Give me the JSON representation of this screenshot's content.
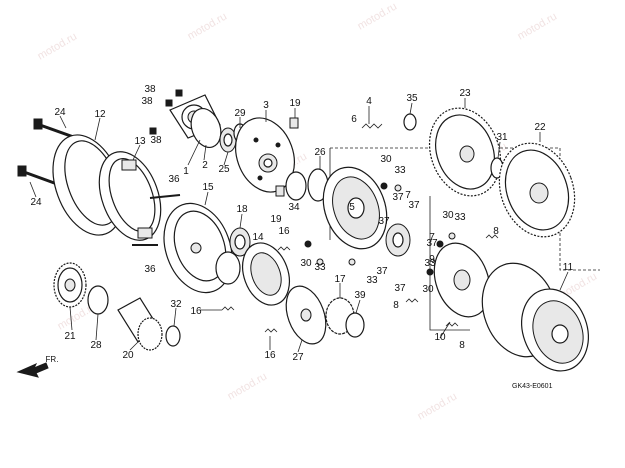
{
  "diagram": {
    "code": "GK43-E0601",
    "watermark": "motod.ru",
    "direction_label": "FR.",
    "callouts": {
      "c38a": "38",
      "c38b": "38",
      "c38c": "38",
      "c24a": "24",
      "c24b": "24",
      "c12": "12",
      "c13": "13",
      "c1": "1",
      "c2": "2",
      "c25": "25",
      "c29": "29",
      "c3": "3",
      "c19a": "19",
      "c19b": "19",
      "c4": "4",
      "c35": "35",
      "c6": "6",
      "c23": "23",
      "c31": "31",
      "c22": "22",
      "c26": "26",
      "c34": "34",
      "c36a": "36",
      "c36b": "36",
      "c15": "15",
      "c18": "18",
      "c14": "14",
      "c16a": "16",
      "c16b": "16",
      "c16c": "16",
      "c30a": "30",
      "c30b": "30",
      "c30c": "30",
      "c30d": "30",
      "c33a": "33",
      "c33b": "33",
      "c33c": "33",
      "c33d": "33",
      "c33e": "33",
      "c37a": "37",
      "c37b": "37",
      "c37c": "37",
      "c37d": "37",
      "c37e": "37",
      "c37f": "37",
      "c5": "5",
      "c7a": "7",
      "c7b": "7",
      "c9": "9",
      "c8a": "8",
      "c8b": "8",
      "c8c": "8",
      "c10": "10",
      "c11": "11",
      "c21": "21",
      "c28": "28",
      "c20": "20",
      "c32": "32",
      "c27": "27",
      "c17": "17",
      "c39": "39"
    }
  }
}
